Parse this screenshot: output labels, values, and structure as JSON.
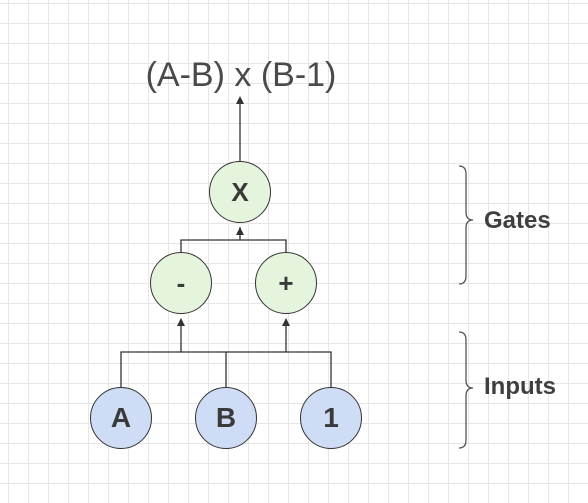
{
  "diagram": {
    "expression": "(A-B) x (B-1)",
    "output_gate": "X",
    "gates": [
      "-",
      "+"
    ],
    "inputs": [
      "A",
      "B",
      "1"
    ],
    "labels": {
      "gates": "Gates",
      "inputs": "Inputs"
    }
  },
  "colors": {
    "gate_fill": "#e5f4dd",
    "input_fill": "#cfdcf6",
    "stroke": "#333333",
    "grid": "#e6e6e6"
  }
}
